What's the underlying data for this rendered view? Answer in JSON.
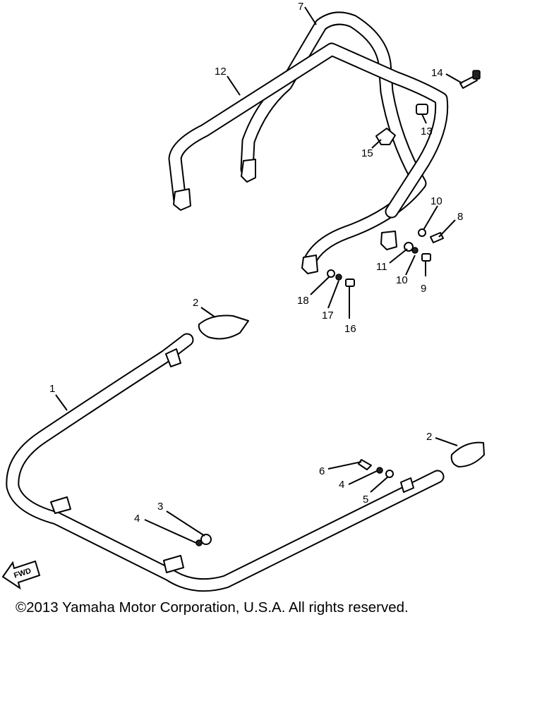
{
  "callouts": {
    "c1": "1",
    "c2a": "2",
    "c2b": "2",
    "c3": "3",
    "c4a": "4",
    "c4b": "4",
    "c5": "5",
    "c6": "6",
    "c7": "7",
    "c8": "8",
    "c9": "9",
    "c10a": "10",
    "c10b": "10",
    "c11": "11",
    "c12": "12",
    "c13": "13",
    "c14": "14",
    "c15": "15",
    "c16": "16",
    "c17": "17",
    "c18": "18"
  },
  "fwd_label": "FWD",
  "copyright": "©2013 Yamaha Motor Corporation, U.S.A. All rights reserved."
}
